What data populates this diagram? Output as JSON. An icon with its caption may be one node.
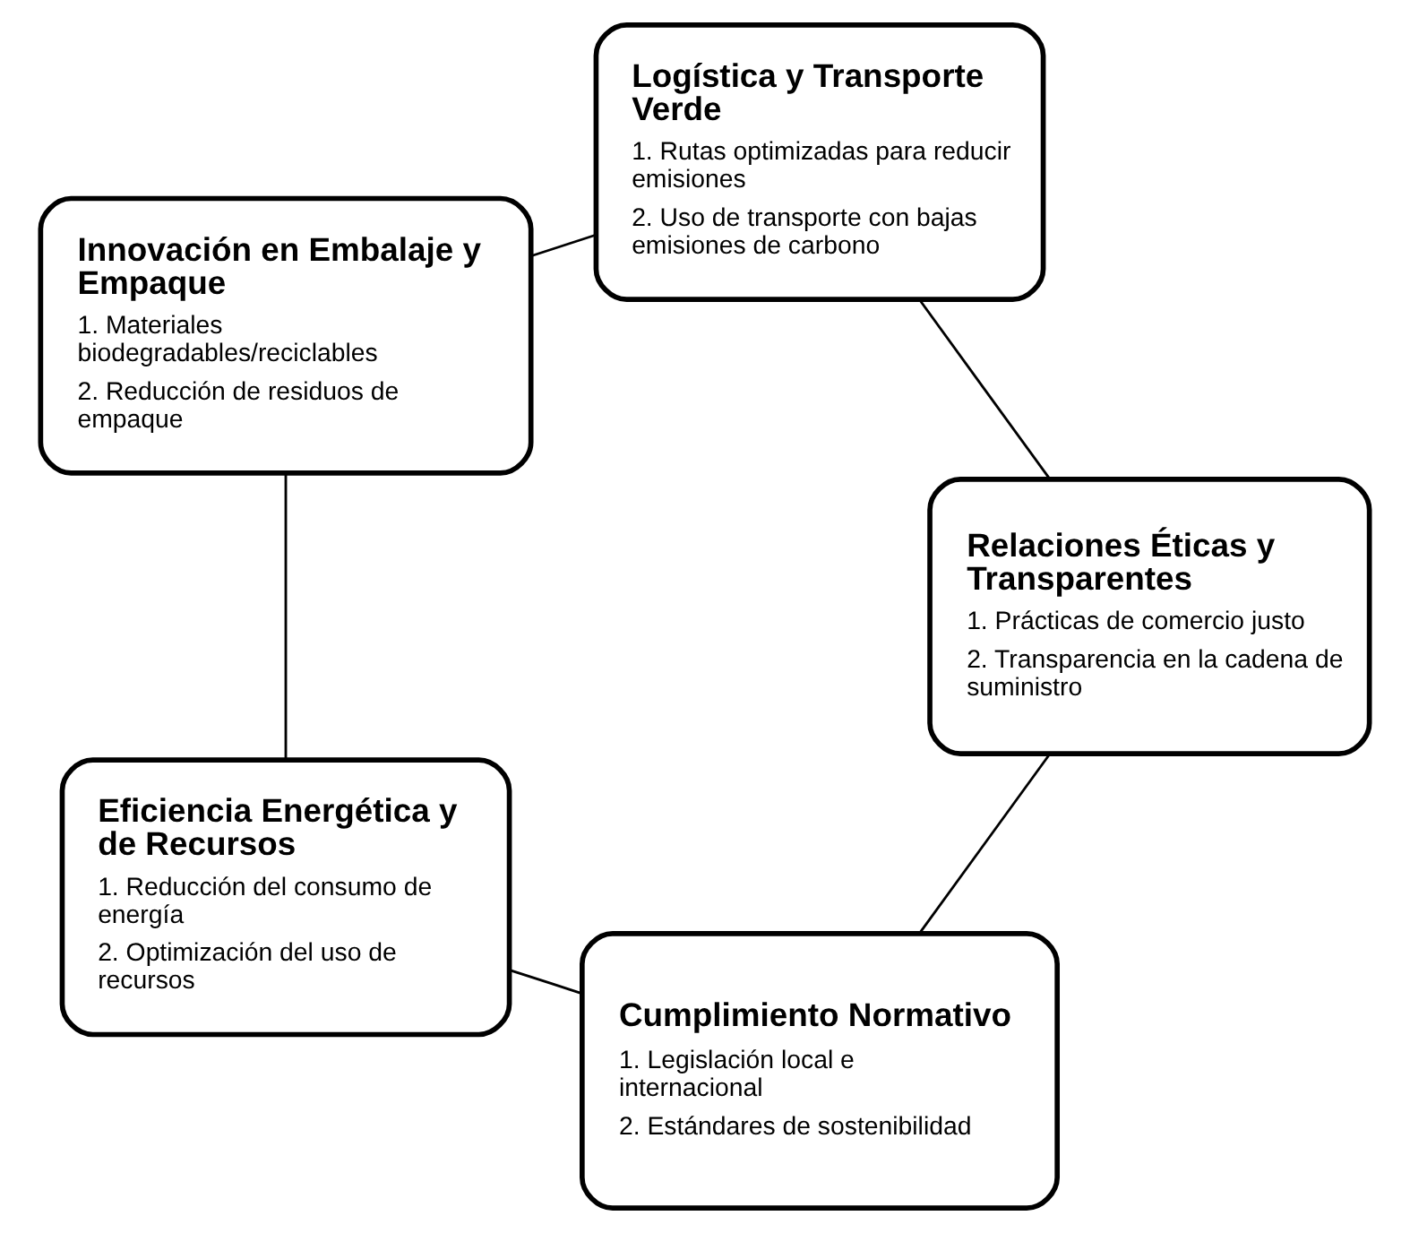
{
  "diagram": {
    "nodes": [
      {
        "text": [
          "Cumplimiento Normativo",
          "1. Legislación local e internacional",
          "2. Estándares de sostenibilidad"
        ]
      },
      {
        "text": [
          "Relaciones Éticas y Transparentes",
          "1. Prácticas de comercio justo",
          "2. Transparencia en la cadena de suministro"
        ]
      },
      {
        "text": [
          "Eficiencia Energética y de Recursos",
          "1. Reducción del consumo de energía",
          "2. Optimización del uso de recursos"
        ]
      },
      {
        "text": [
          "Logística y Transporte Verde",
          "1. Rutas optimizadas para reducir emisiones",
          "2. Uso de transporte con bajas emisiones de carbono"
        ]
      },
      {
        "text": [
          "Innovación en Embalaje y Empaque",
          "1. Materiales biodegradables/reciclables",
          "2. Reducción de residuos de empaque"
        ]
      }
    ],
    "edges": [
      {
        "from": 0,
        "to": 2,
        "arrow": "none"
      },
      {
        "from": 2,
        "to": 4,
        "arrow": "none"
      },
      {
        "from": 4,
        "to": 3,
        "arrow": "none"
      },
      {
        "from": 3,
        "to": 1,
        "arrow": "none"
      },
      {
        "from": 1,
        "to": 0,
        "arrow": "none"
      }
    ]
  }
}
